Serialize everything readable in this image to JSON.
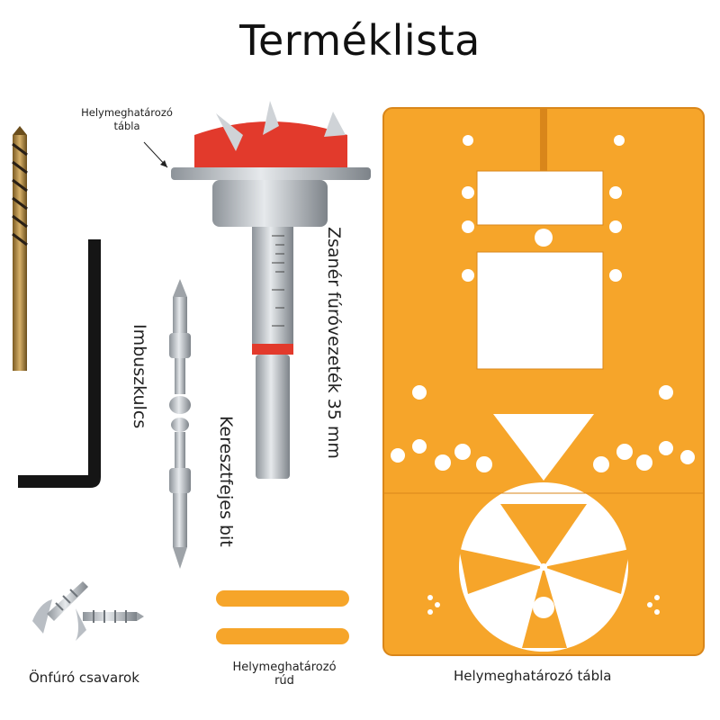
{
  "title": "Terméklista",
  "labels": {
    "plate_top_callout": "Helymeghatározó\ntábla",
    "hex_key": "Imbuszkulcs",
    "cross_bit": "Keresztfejes bit",
    "hinge_bit": "Zsanér fúróvezeték 35 mm",
    "screws": "Önfúró csavarok",
    "rod": "Helymeghatározó\nrúd",
    "plate": "Helymeghatározó tábla"
  },
  "colors": {
    "orange": "#f6a52a",
    "orange_dark": "#d9861a",
    "red": "#e23a2c",
    "steel": "#b9bec4",
    "black": "#151515",
    "gold": "#b88a3e"
  },
  "icons": [
    "drill-bit-icon",
    "hex-key-icon",
    "cross-bit-icon",
    "forstner-bit-icon",
    "screw-icon",
    "dowel-rod-icon",
    "jig-plate-icon"
  ]
}
